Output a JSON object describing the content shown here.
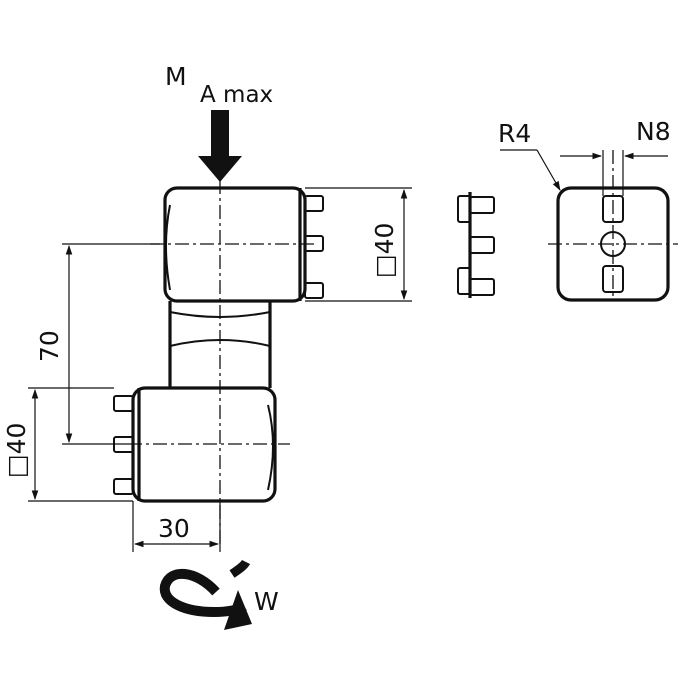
{
  "labels": {
    "moment_main": "M",
    "moment_sub": "A max",
    "radius": "R4",
    "slot": "N8",
    "square_top": "□40",
    "square_left": "□40",
    "distance_vertical": "70",
    "distance_horizontal": "30",
    "rotation": "W"
  }
}
